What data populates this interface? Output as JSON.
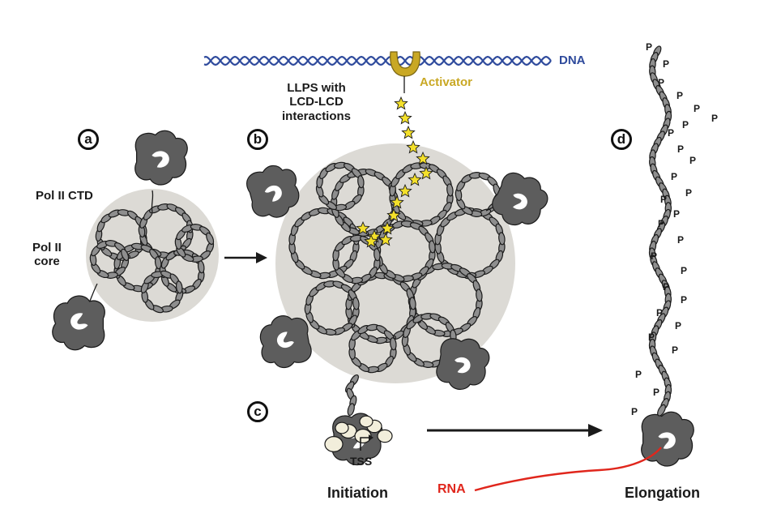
{
  "labels": {
    "dna": "DNA",
    "activator": "Activator",
    "llps": [
      "LLPS with",
      "LCD-LCD",
      "interactions"
    ],
    "pol_ctd": "Pol II CTD",
    "pol_core": [
      "Pol II",
      "core"
    ],
    "tss": "TSS",
    "rna": "RNA",
    "initiation": "Initiation",
    "elongation": "Elongation",
    "phospho": "P"
  },
  "panels": {
    "a": "a",
    "b": "b",
    "c": "c",
    "d": "d"
  },
  "colors": {
    "dna": "#2e4a9c",
    "activator": "#c9a824",
    "star": "#f4e02a",
    "polymerase": "#5d5d5d",
    "condensate": "#dcdad5",
    "ctd_bead": "#8e8e8e",
    "rna": "#e0261c",
    "text": "#1a1a1a"
  }
}
